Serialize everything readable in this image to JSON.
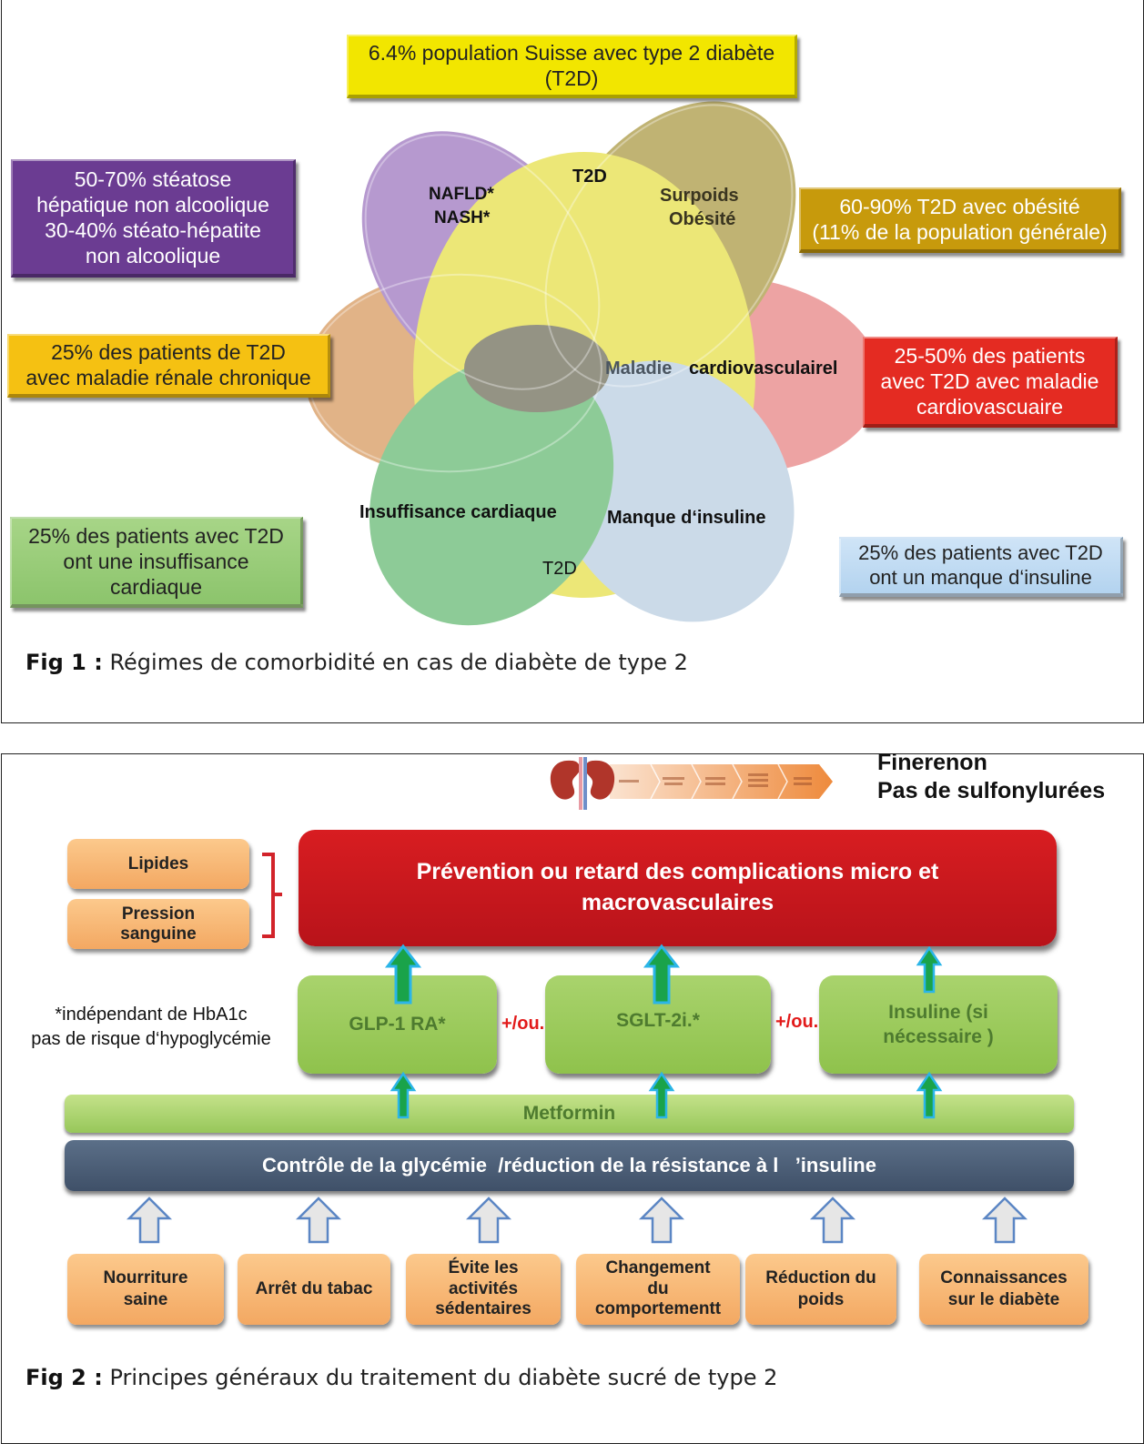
{
  "fig1": {
    "caption_label": "Fig 1 :",
    "caption_text": " Régimes de comorbidité en cas de diabète de type 2",
    "top_box": {
      "line1": "6.4% population Suisse avec type 2 diabète",
      "line2": "(T2D)",
      "color": "#f2e600"
    },
    "callouts": {
      "nafld": {
        "lines": [
          "50-70% stéatose",
          "hépatique non alcoolique",
          "30-40% stéato-hépatite",
          "non alcoolique"
        ],
        "color": "#6a3a8e"
      },
      "obesity": {
        "lines": [
          "60-90% T2D avec obésité",
          "(11% de la population générale)"
        ],
        "color": "#c79a0c"
      },
      "renal": {
        "lines": [
          "25% des patients de T2D",
          "avec maladie rénale chronique"
        ],
        "color": "#f5c112"
      },
      "cardio": {
        "lines": [
          "25-50% des patients",
          "avec T2D avec maladie",
          "cardiovascuaire"
        ],
        "color": "#e42b22"
      },
      "heart_failure": {
        "lines": [
          "25% des patients avec T2D",
          "ont une insuffisance",
          "cardiaque"
        ],
        "color": "#9ccc7a"
      },
      "insulin": {
        "lines": [
          "25% des patients avec  T2D",
          "ont un manque d‘insuline"
        ],
        "color": "#bcdaf3"
      }
    },
    "venn_labels": {
      "t2d_top": "T2D",
      "nafld": "NAFLD*",
      "nash": "NASH*",
      "overweight": "Surpoids",
      "obesity": "Obésité",
      "cardio_a": "Maladie",
      "cardio_b": "cardiovasculairel",
      "heart_failure": "Insuffisance  cardiaque",
      "insulin_lack": "Manque  d‘insuline",
      "t2d_bottom": "T2D"
    },
    "ellipse_colors": {
      "purple": "#9a73bd",
      "yellow": "#e6e04a",
      "olive": "#a8973e",
      "orange": "#d6975a",
      "red": "#e57a7a",
      "green": "#6cbf7a",
      "lightgreen": "#8dc63f",
      "lightblue": "#b8cde0"
    }
  },
  "fig2": {
    "caption_label": "Fig 2 :",
    "caption_text": " Principes généraux du traitement du diabète sucré de type 2",
    "top_right": {
      "line1": "Finerenon",
      "line2": "Pas de sulfonylurées"
    },
    "kidney_stages": [
      "",
      "",
      "",
      "",
      ""
    ],
    "left_boxes": [
      "Lipides",
      "Pression sanguine"
    ],
    "prevention": {
      "line1": "Prévention ou retard des complications micro et",
      "line2": "macrovasculaires",
      "color": "#c8161b"
    },
    "note": {
      "line1": "*indépendant de HbA1c",
      "line2": "pas de risque d‘hypoglycémie"
    },
    "drugs": [
      {
        "label": "GLP-1 RA*"
      },
      {
        "label": "SGLT-2i.*"
      },
      {
        "label": "Insuline  (si nécessaire  )"
      }
    ],
    "and_or": "+/ou.",
    "metformin": "Metformin",
    "control_bar": "Contrôle de la glycémie  /réduction de la résistance à l   ’insuline",
    "lifestyle": [
      {
        "line1": "Nourriture",
        "line2": "saine"
      },
      {
        "line1": "Arrêt du tabac",
        "line2": ""
      },
      {
        "line1": "Évite les",
        "line2": "activités",
        "line3": "sédentaires"
      },
      {
        "line1": "Changement",
        "line2": "du",
        "line3": "comportementt"
      },
      {
        "line1": "Réduction du",
        "line2": "poids"
      },
      {
        "line1": "Connaissances",
        "line2": "sur le diabète"
      }
    ]
  }
}
